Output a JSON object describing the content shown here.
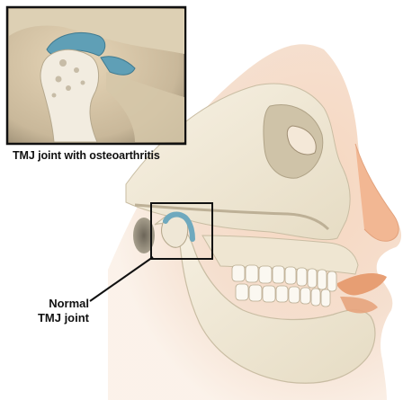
{
  "inset": {
    "caption": "TMJ joint with osteoarthritis"
  },
  "callout": {
    "line1": "Normal",
    "line2": "TMJ joint"
  },
  "colors": {
    "skin": "#f1c3a2",
    "bone": "#f1ead8",
    "cartilage": "#6fa9be",
    "outline": "#111111"
  }
}
